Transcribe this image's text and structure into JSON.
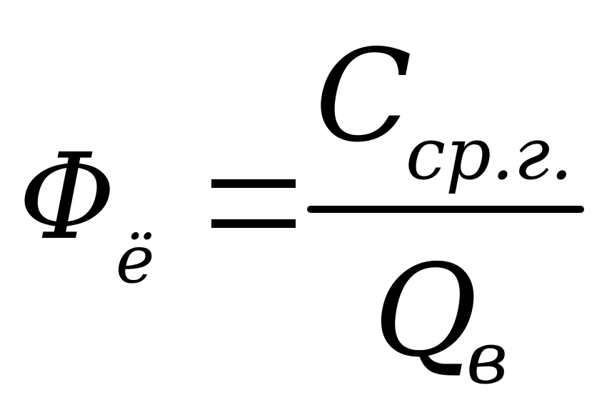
{
  "formula": {
    "lhs": {
      "symbol": "Φ",
      "subscript": "ё"
    },
    "operator": "=",
    "fraction": {
      "numerator": {
        "symbol": "C",
        "subscript": "ср.г."
      },
      "denominator": {
        "symbol": "Q",
        "subscript": "в"
      }
    }
  }
}
